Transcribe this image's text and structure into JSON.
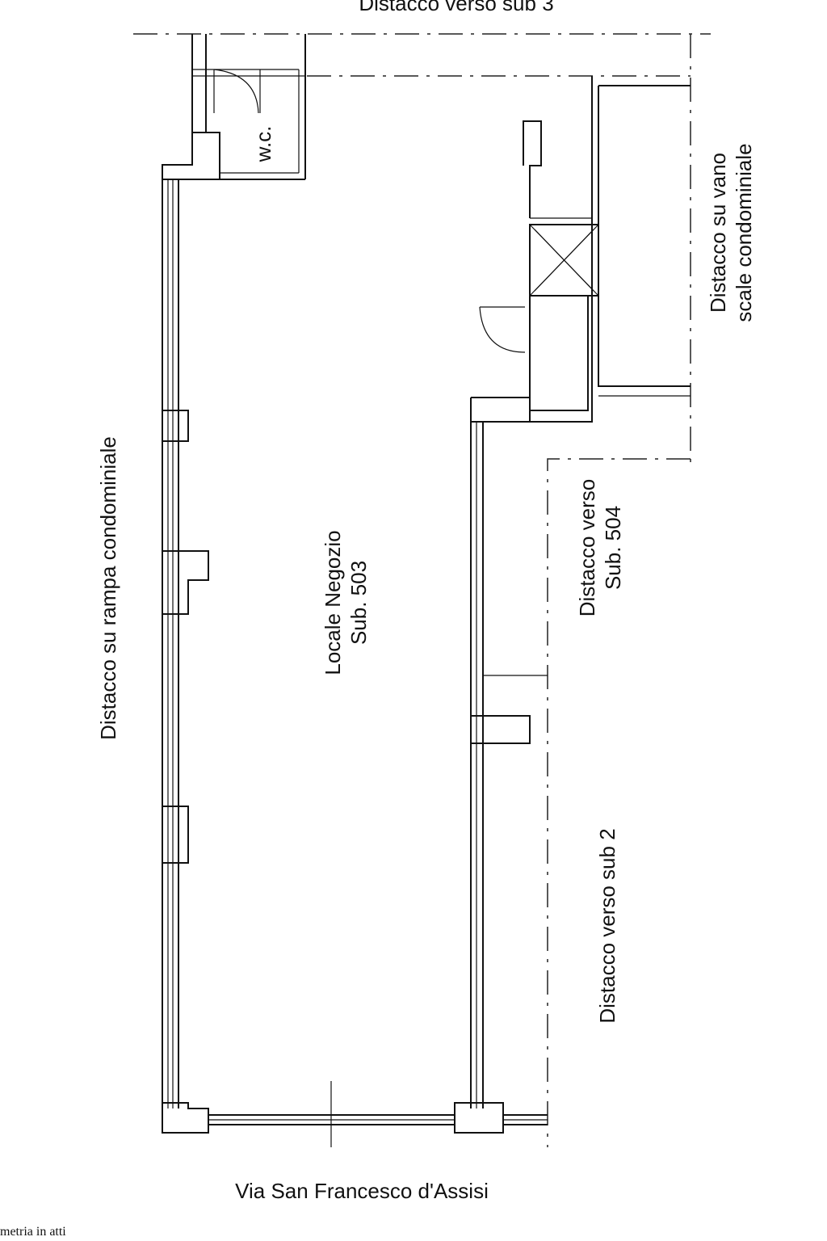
{
  "plan": {
    "top_label": "Distacco verso sub 3",
    "left_label": "Distacco su rampa condominiale",
    "right_top_label": [
      "Distacco su vano",
      "scale condominiale"
    ],
    "right_mid_label": [
      "Distacco verso",
      "Sub. 504"
    ],
    "right_bottom_label": "Distacco verso sub 2",
    "room_label": [
      "Locale Negozio",
      "Sub. 503"
    ],
    "wc_label": "w.c.",
    "street_label": "Via San Francesco d'Assisi",
    "footer_note": "metria in atti"
  }
}
